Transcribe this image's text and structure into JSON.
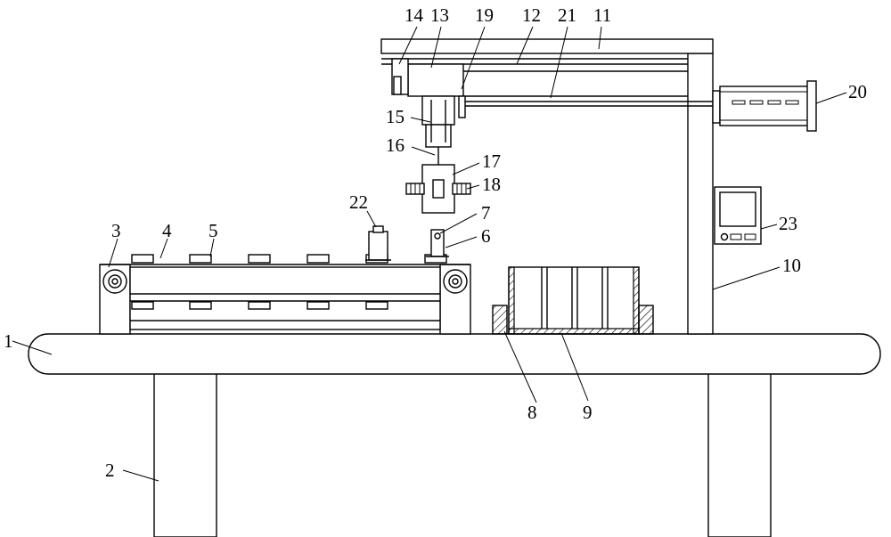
{
  "figure": {
    "labels": {
      "l1": "1",
      "l2": "2",
      "l3": "3",
      "l4": "4",
      "l5": "5",
      "l6": "6",
      "l7": "7",
      "l8": "8",
      "l9": "9",
      "l10": "10",
      "l11": "11",
      "l12": "12",
      "l13": "13",
      "l14": "14",
      "l15": "15",
      "l16": "16",
      "l17": "17",
      "l18": "18",
      "l19": "19",
      "l20": "20",
      "l21": "21",
      "l22": "22",
      "l23": "23"
    }
  }
}
